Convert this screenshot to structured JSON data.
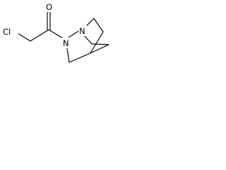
{
  "molecule": {
    "atoms": [
      {
        "id": "cl",
        "symbol": "Cl"
      },
      {
        "id": "o",
        "symbol": "O"
      },
      {
        "id": "n1",
        "symbol": "N"
      },
      {
        "id": "n2",
        "symbol": "N"
      }
    ],
    "bonds": [
      {
        "from": "cl",
        "to": "ch2",
        "order": 1
      },
      {
        "from": "ch2",
        "to": "co",
        "order": 1
      },
      {
        "from": "co",
        "to": "o",
        "order": 2
      },
      {
        "from": "co",
        "to": "n2",
        "order": 1
      },
      {
        "from": "n2",
        "to": "n1",
        "order": 1
      },
      {
        "from": "n1",
        "to": "c_top",
        "order": 1
      },
      {
        "from": "n1",
        "to": "c_mid",
        "order": 1
      },
      {
        "from": "c_top",
        "to": "c_rt",
        "order": 1
      },
      {
        "from": "c_rt",
        "to": "ch_bh",
        "order": 1
      },
      {
        "from": "c_mid",
        "to": "c_rb",
        "order": 1
      },
      {
        "from": "c_rb",
        "to": "ch_bh",
        "order": 1
      },
      {
        "from": "n2",
        "to": "c_left",
        "order": 1
      },
      {
        "from": "c_left",
        "to": "ch_bh",
        "order": 1
      }
    ]
  }
}
